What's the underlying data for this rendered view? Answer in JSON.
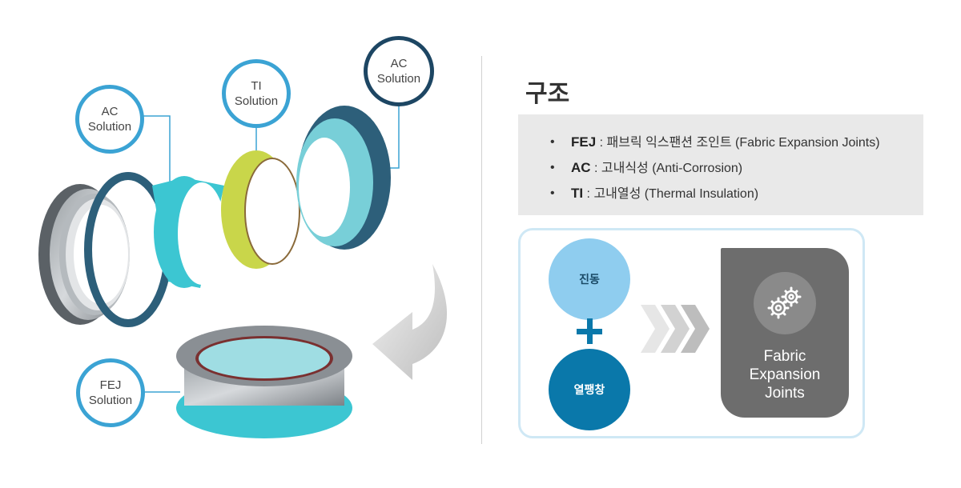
{
  "callouts": {
    "ac_left": {
      "line1": "AC",
      "line2": "Solution"
    },
    "ti": {
      "line1": "TI",
      "line2": "Solution"
    },
    "ac_right": {
      "line1": "AC",
      "line2": "Solution"
    },
    "fej": {
      "line1": "FEJ",
      "line2": "Solution"
    }
  },
  "structure": {
    "title": "구조",
    "items": [
      {
        "bullet": "•",
        "abbr": "FEJ",
        "desc": " : 패브릭 익스팬션 조인트 (Fabric Expansion Joints)"
      },
      {
        "bullet": "•",
        "abbr": "AC",
        "desc": " : 고내식성 (Anti-Corrosion)"
      },
      {
        "bullet": "•",
        "abbr": "TI",
        "desc": " : 고내열성 (Thermal Insulation)"
      }
    ]
  },
  "flow": {
    "input_1": "진동",
    "input_2": "열팽창",
    "result_line1": "Fabric",
    "result_line2": "Expansion",
    "result_line3": "Joints"
  },
  "icons": {
    "gear": "gears-icon",
    "arrow": "curved-arrow-icon",
    "chevrons": "triple-chevron-icon"
  },
  "colors": {
    "cyan_sleeve": "#3cc6d2",
    "ti_sleeve": "#c9d64a",
    "steel": "#8a8f94",
    "callout_light": "#3ba3d4",
    "callout_dark": "#1d4663",
    "flow_light": "#8fcdef",
    "flow_dark": "#0a78aa",
    "card": "#6d6d6d"
  }
}
